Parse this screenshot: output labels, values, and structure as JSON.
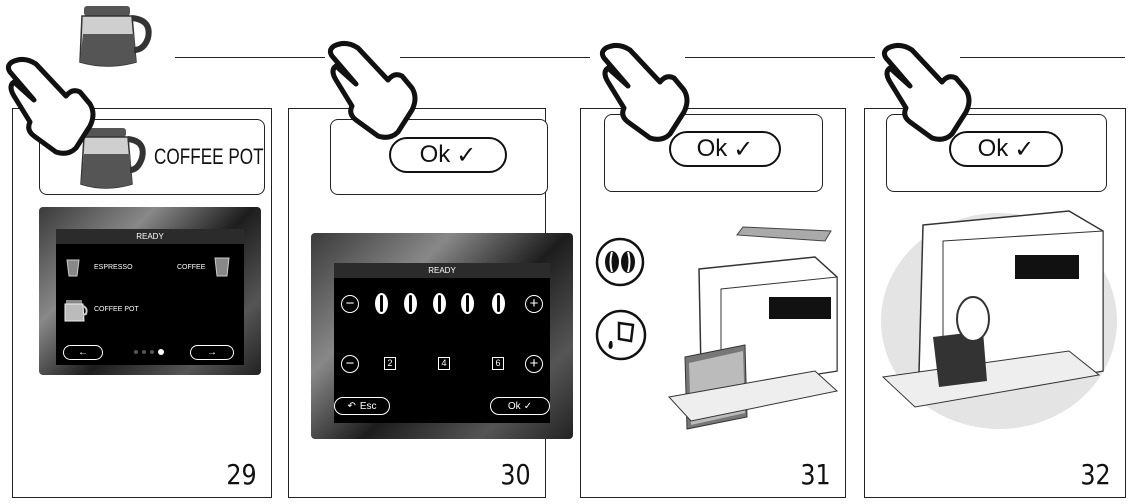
{
  "steps": [
    {
      "number": "29",
      "callout_label": "COFFEE POT"
    },
    {
      "number": "30",
      "callout_label": "Ok"
    },
    {
      "number": "31",
      "callout_label": "Ok"
    },
    {
      "number": "32",
      "callout_label": "Ok"
    }
  ],
  "screen29": {
    "title": "READY",
    "items": {
      "espresso": "ESPRESSO",
      "coffee": "COFFEE",
      "coffee_pot": "COFFEE POT"
    },
    "prev": "←",
    "next": "→"
  },
  "screen30": {
    "title": "READY",
    "minus": "−",
    "plus": "+",
    "cups": [
      "2",
      "4",
      "6"
    ],
    "esc_label": "Esc",
    "ok_label": "Ok"
  },
  "icons": [
    "hand-pointer-icon",
    "coffee-pot-icon",
    "coffee-beans-icon",
    "water-pour-icon",
    "checkmark-icon"
  ]
}
